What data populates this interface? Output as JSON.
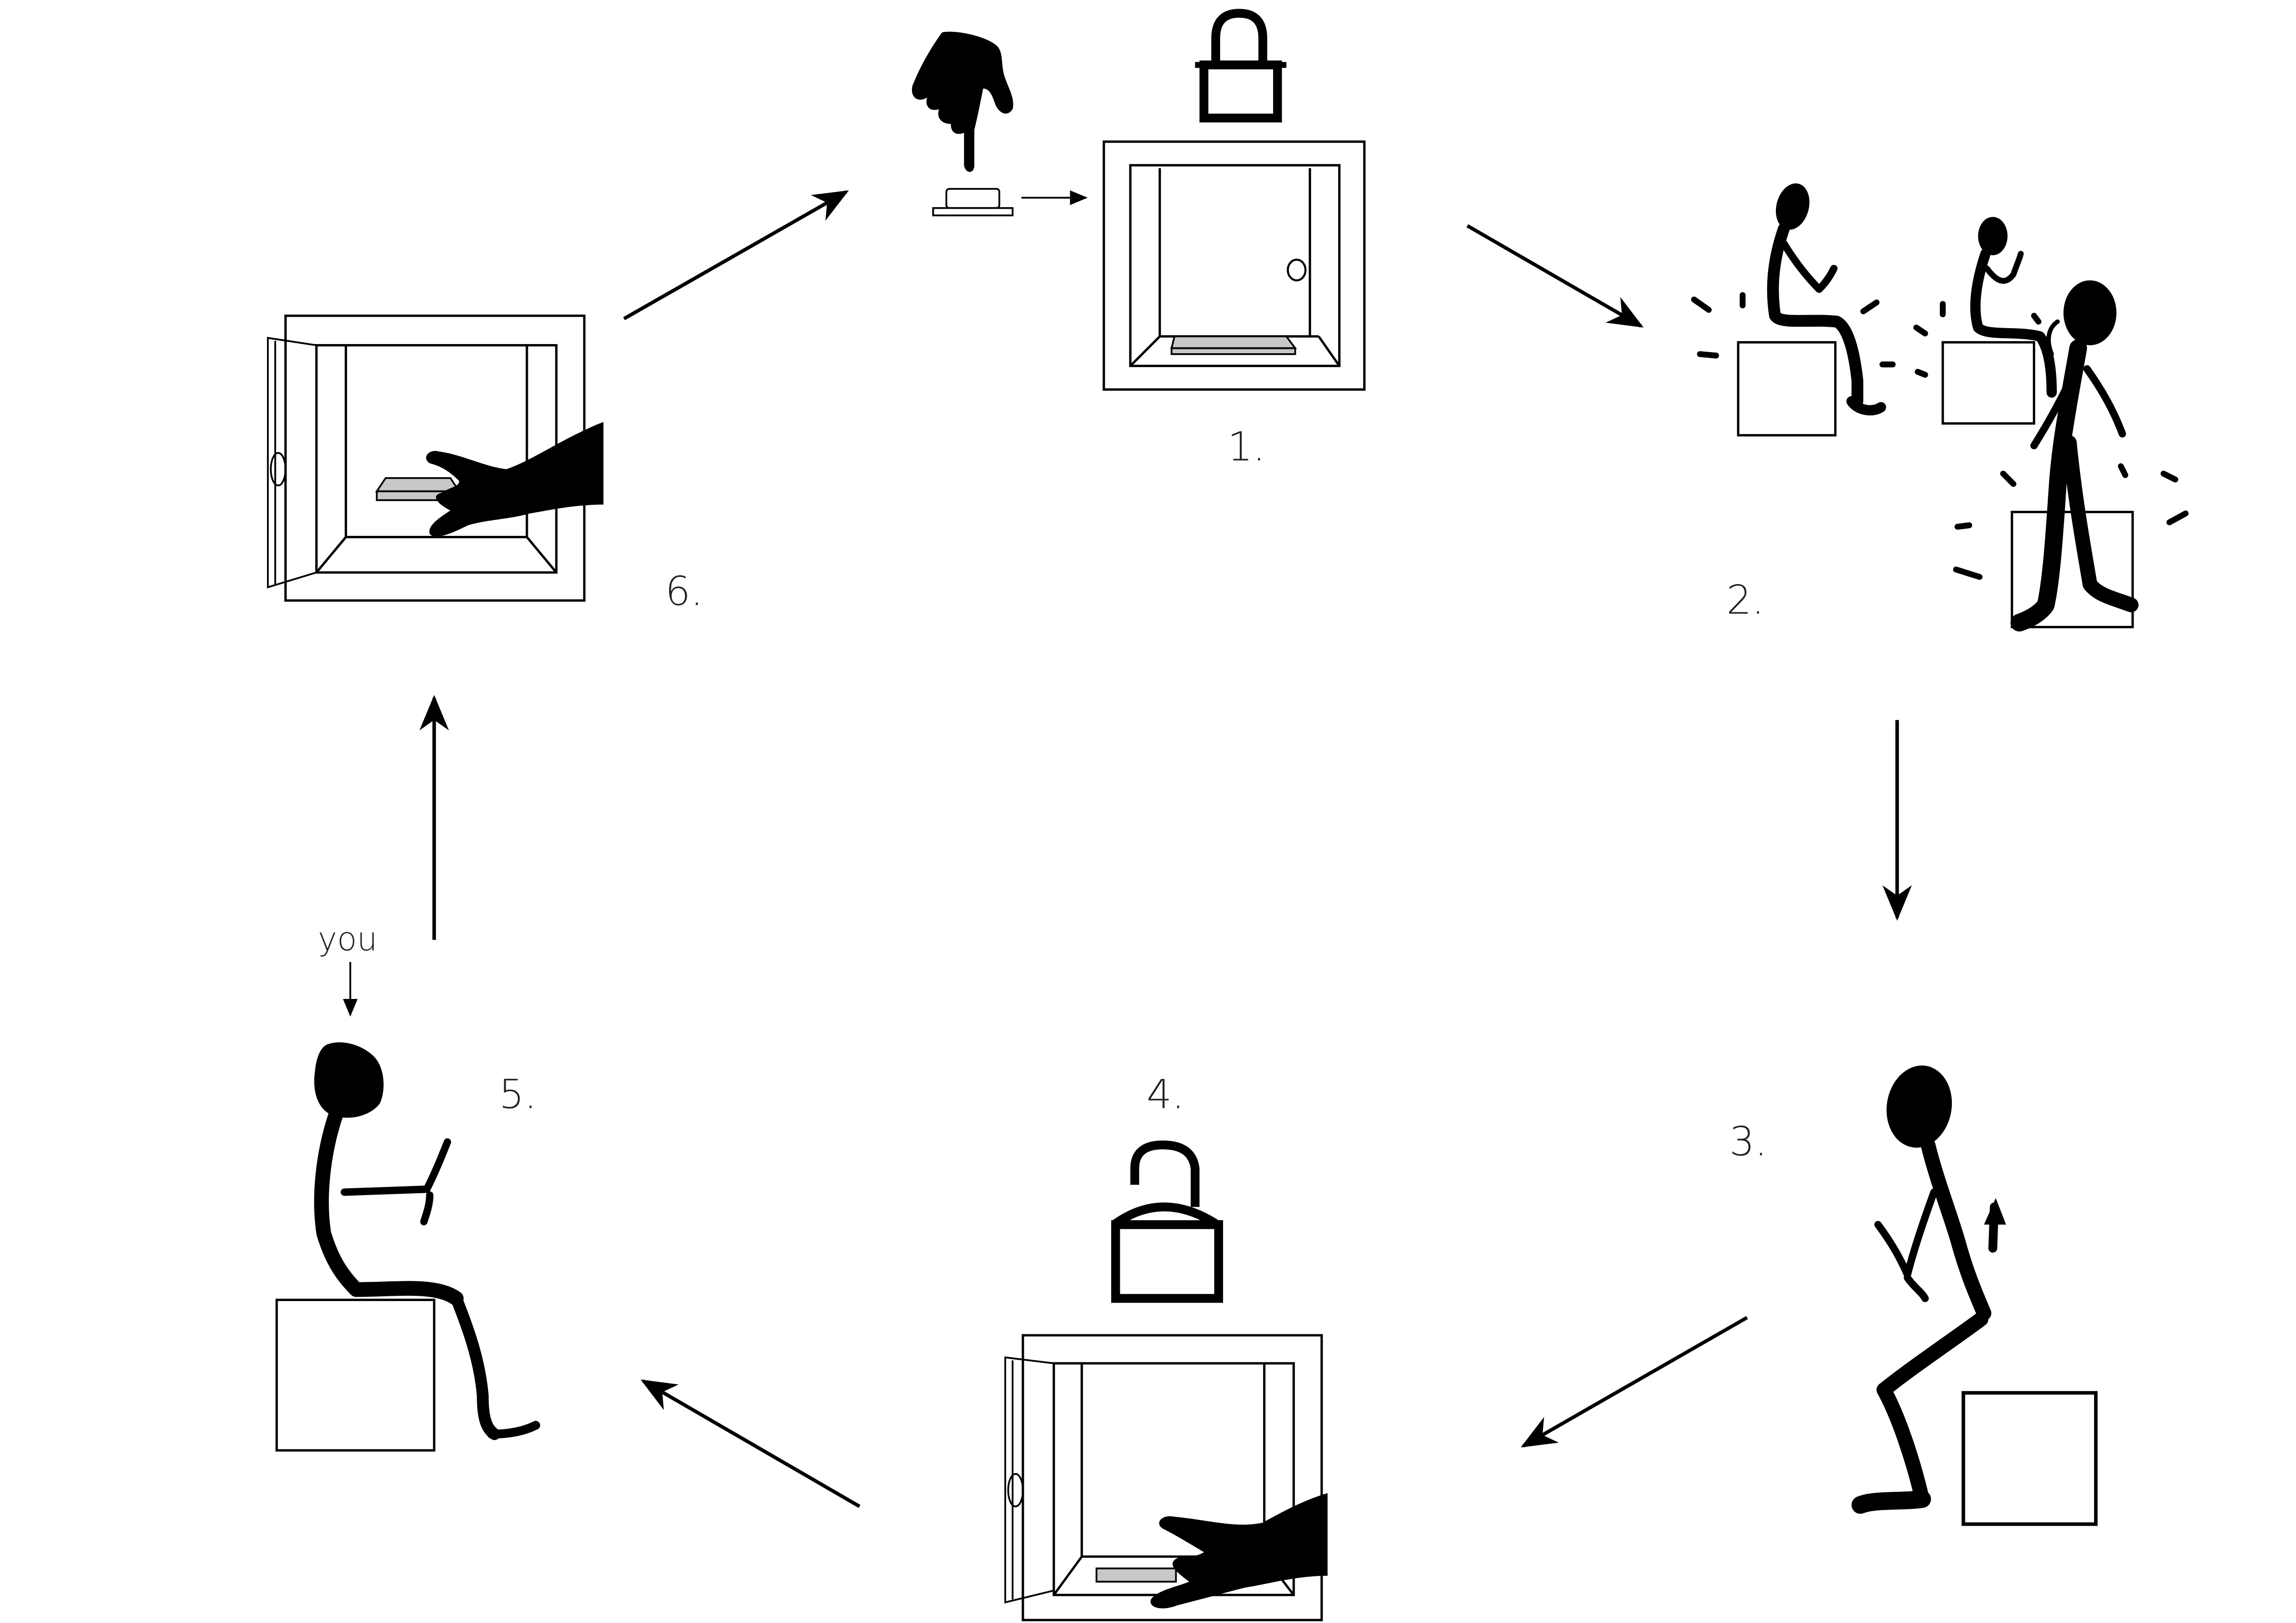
{
  "steps": [
    {
      "label": "1."
    },
    {
      "label": "2."
    },
    {
      "label": "3."
    },
    {
      "label": "4."
    },
    {
      "label": "5."
    },
    {
      "label": "6."
    }
  ],
  "annotation": "you",
  "icons": [
    "padlock-locked-icon",
    "padlock-unlocked-icon",
    "pointing-hand-icon",
    "push-button-icon",
    "reaching-hand-icon"
  ],
  "colors": {
    "ink": "#000000",
    "tray": "#c8c8c8",
    "background": "#ffffff"
  }
}
